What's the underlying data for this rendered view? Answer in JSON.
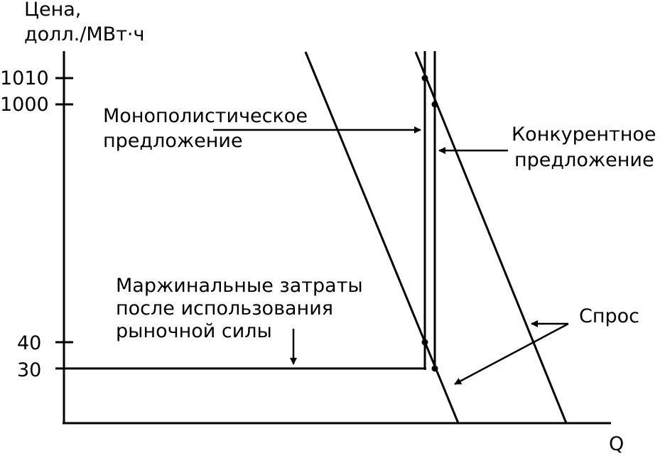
{
  "y_axis": {
    "label_line1": "Цена,",
    "label_line2": "долл./МВт·ч",
    "ticks": [
      "1010",
      "1000",
      "40",
      "30"
    ]
  },
  "x_axis": {
    "label": "Q"
  },
  "annotations": {
    "monopoly_supply_line1": "Монополистическое",
    "monopoly_supply_line2": "предложение",
    "competitive_supply_line1": "Конкурентное",
    "competitive_supply_line2": "предложение",
    "marginal_cost_line1": "Маржинальные затраты",
    "marginal_cost_line2": "после использования",
    "marginal_cost_line3": "рыночной силы",
    "demand": "Спрос"
  },
  "colors": {
    "ink": "#000000",
    "background": "#ffffff"
  }
}
